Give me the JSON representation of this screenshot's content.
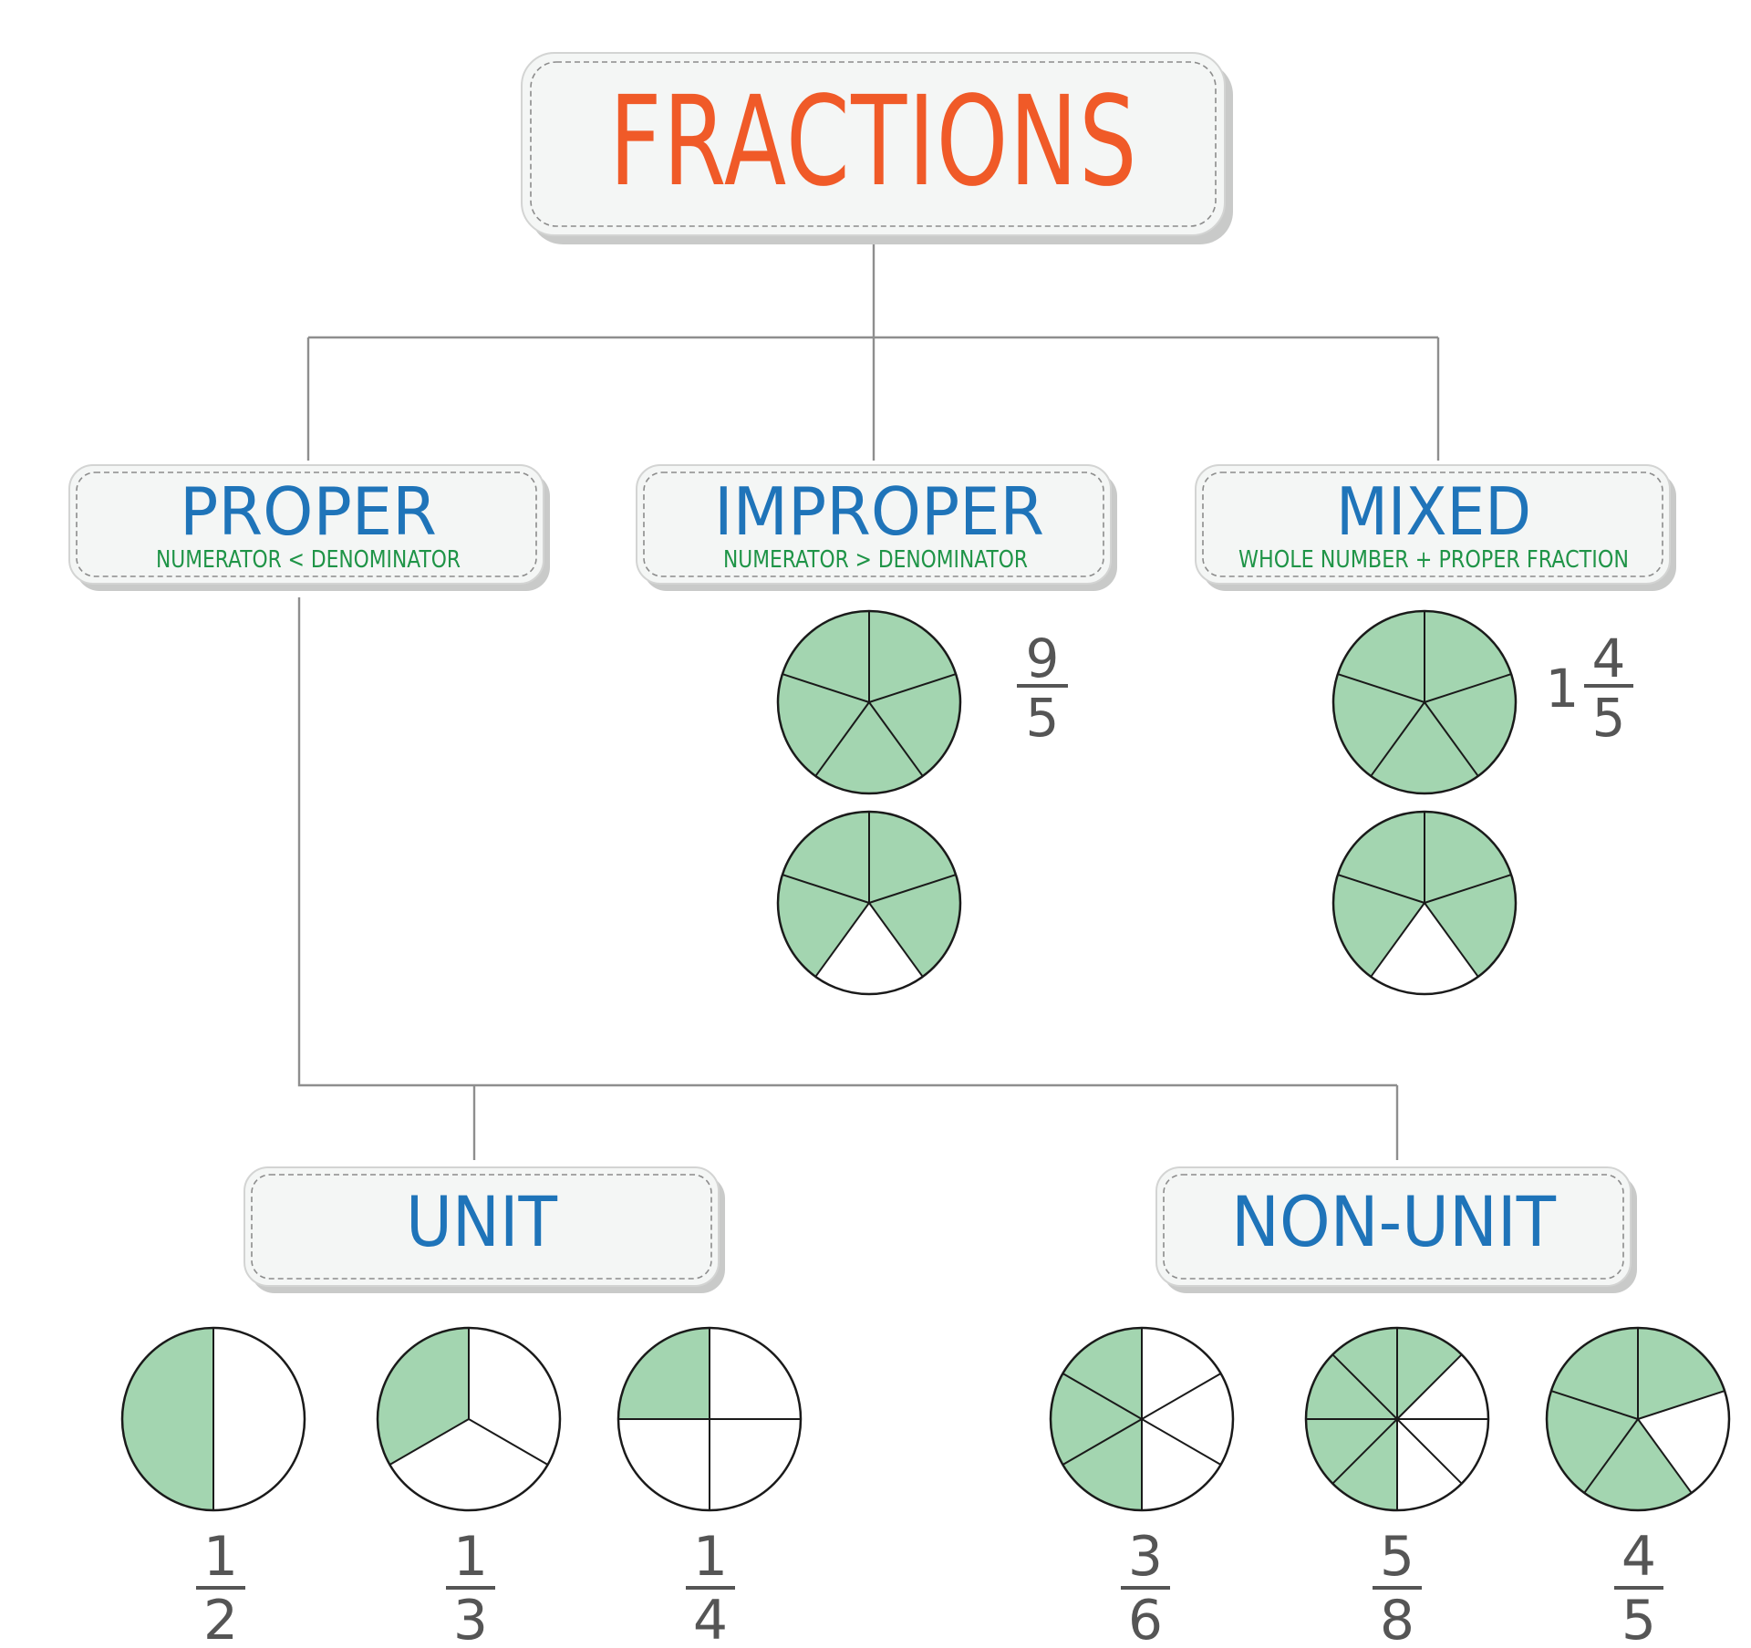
{
  "title": "FRACTIONS",
  "colors": {
    "title": "#f05a28",
    "category": "#1f74b9",
    "definition": "#1f9447",
    "filled_slice": "#a3d5b0",
    "empty_slice": "#ffffff",
    "fraction_text": "#555555"
  },
  "categories": {
    "proper": {
      "label": "PROPER",
      "definition": "NUMERATOR < DENOMINATOR"
    },
    "improper": {
      "label": "IMPROPER",
      "definition": "NUMERATOR > DENOMINATOR"
    },
    "mixed": {
      "label": "MIXED",
      "definition": "WHOLE NUMBER + PROPER FRACTION"
    },
    "unit": {
      "label": "UNIT"
    },
    "non_unit": {
      "label": "NON-UNIT"
    }
  },
  "examples": {
    "improper": {
      "numerator": "9",
      "denominator": "5",
      "circles": [
        {
          "parts": 5,
          "filled": 5
        },
        {
          "parts": 5,
          "filled": 4
        }
      ]
    },
    "mixed": {
      "whole": "1",
      "numerator": "4",
      "denominator": "5",
      "circles": [
        {
          "parts": 5,
          "filled": 5
        },
        {
          "parts": 5,
          "filled": 4
        }
      ]
    },
    "unit": [
      {
        "numerator": "1",
        "denominator": "2",
        "parts": 2,
        "filled": 1
      },
      {
        "numerator": "1",
        "denominator": "3",
        "parts": 3,
        "filled": 1
      },
      {
        "numerator": "1",
        "denominator": "4",
        "parts": 4,
        "filled": 1
      }
    ],
    "non_unit": [
      {
        "numerator": "3",
        "denominator": "6",
        "parts": 6,
        "filled": 3
      },
      {
        "numerator": "5",
        "denominator": "8",
        "parts": 8,
        "filled": 5
      },
      {
        "numerator": "4",
        "denominator": "5",
        "parts": 5,
        "filled": 4
      }
    ]
  }
}
